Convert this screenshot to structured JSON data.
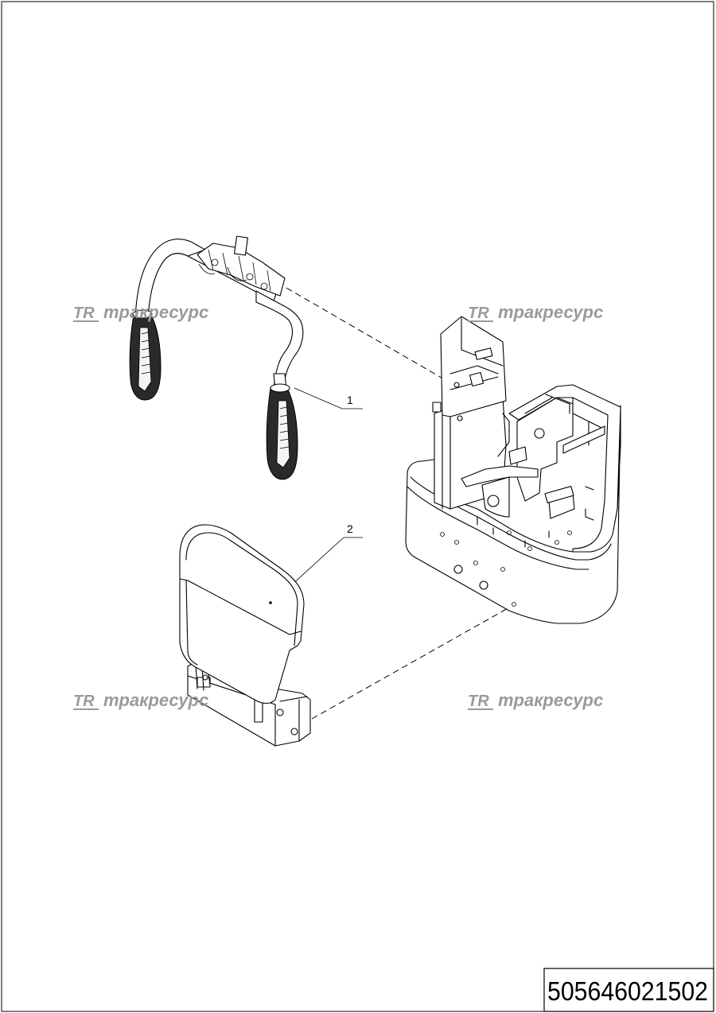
{
  "watermark": {
    "logo": "TR",
    "text": "тракресурс"
  },
  "callouts": [
    {
      "number": "1"
    },
    {
      "number": "2"
    }
  ],
  "title_block": {
    "code": "505646021502"
  }
}
